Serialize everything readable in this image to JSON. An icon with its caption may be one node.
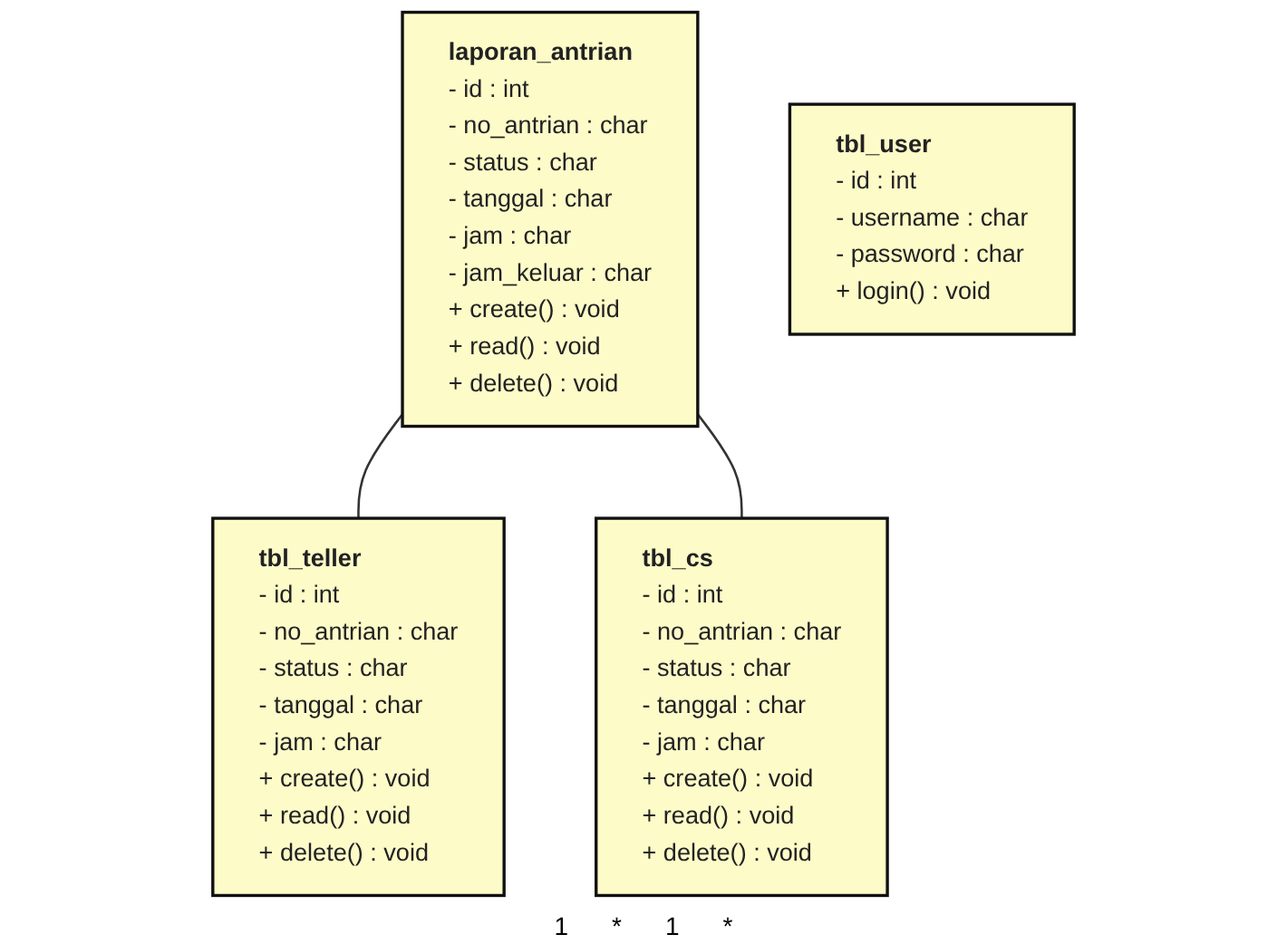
{
  "diagram": {
    "nodes": [
      {
        "text": [
          "laporan_antrian",
          "- id : int",
          "- no_antrian : char",
          "- status : char",
          "- tanggal : char",
          "- jam : char",
          "- jam_keluar : char",
          "+ create() : void",
          "+ read() : void",
          "+ delete() : void"
        ]
      },
      {
        "text": [
          "tbl_user",
          "- id : int",
          "- username : char",
          "- password : char",
          "+ login() : void"
        ]
      },
      {
        "text": [
          "tbl_teller",
          "- id : int",
          "- no_antrian : char",
          "- status : char",
          "- tanggal : char",
          "- jam : char",
          "+ create() : void",
          "+ read() : void",
          "+ delete() : void"
        ]
      },
      {
        "text": [
          "tbl_cs",
          "- id : int",
          "- no_antrian : char",
          "- status : char",
          "- tanggal : char",
          "- jam : char",
          "+ create() : void",
          "+ read() : void",
          "+ delete() : void"
        ]
      }
    ],
    "edges": [
      {
        "from": 0,
        "to": 2,
        "arrow": "none"
      },
      {
        "from": 0,
        "to": 3,
        "arrow": "none"
      }
    ],
    "labels": [
      "1",
      "*",
      "1",
      "*"
    ]
  }
}
